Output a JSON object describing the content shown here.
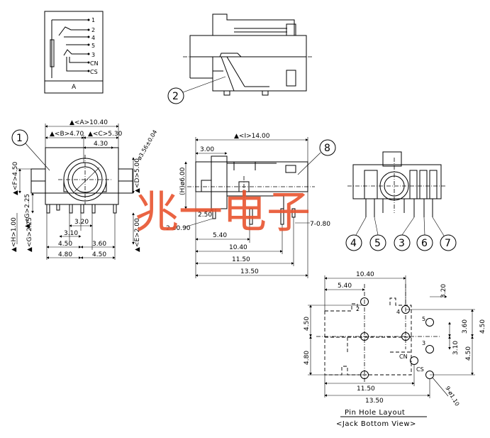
{
  "schematic": {
    "pins": [
      "1",
      "2",
      "4",
      "5",
      "3",
      "CN",
      "CS"
    ],
    "label": "A"
  },
  "callouts": [
    "1",
    "2",
    "8",
    "4",
    "5",
    "3",
    "6",
    "7"
  ],
  "front_view": {
    "dim_A": "▲<A>10.40",
    "dim_B": "▲<B>4.70",
    "dim_C": "▲<C>5.30",
    "dim_430": "4.30",
    "dim_dia": "ø3.56±0.04",
    "dim_F": "▲<F>4.50",
    "dim_D": "▲<D>5.00",
    "dim_G": "▲<G>2.25",
    "dim_H": "▲<H>1.00",
    "dim_E": "▲<E>2.00",
    "dim_320": "3.20",
    "dim_310": "3.10",
    "dim_450a": "4.50",
    "dim_360": "3.60",
    "dim_480": "4.80",
    "dim_450b": "4.50"
  },
  "side_view": {
    "dim_I": "▲<I>14.00",
    "dim_300": "3.00",
    "dim_H6": "(H)ø6.00",
    "dim_250": "2.50",
    "dim_2_090": "2-ø0.90",
    "dim_7_080": "7-0.80",
    "dim_540": "5.40",
    "dim_1040": "10.40",
    "dim_1150": "11.50",
    "dim_1350": "13.50"
  },
  "pin_layout": {
    "dim_1040": "10.40",
    "dim_540": "5.40",
    "dim_320": "3.20",
    "dim_450_left": "4.50",
    "dim_360": "3.60",
    "dim_450_right": "4.50",
    "dim_480": "4.80",
    "dim_310": "3.10",
    "dim_450_inner": "4.50",
    "dim_1150": "11.50",
    "dim_1350": "13.50",
    "dim_holes": "9-ø1.10",
    "pin_2": "2",
    "pin_4": "4",
    "pin_5": "5",
    "pin_3": "3",
    "pin_cn": "CN",
    "pin_cs": "CS",
    "title": "Pin Hole Layout",
    "subtitle": "<Jack Bottom View>"
  },
  "watermark": "兆一电子"
}
